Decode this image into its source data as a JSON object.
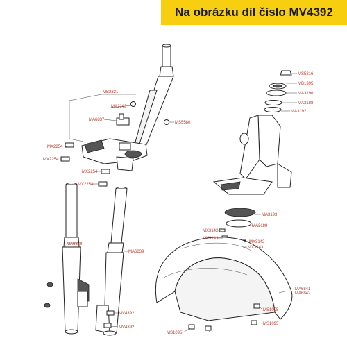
{
  "banner": {
    "text": "Na obrázku díl číslo MV4392",
    "bg_color": "#f7ce10"
  },
  "label_color": "#c0392b",
  "parts": {
    "ms5216": "MS5216",
    "mb1395": "MB1395",
    "ma3190": "MA3190",
    "ma3188": "MA3188",
    "ma3192": "MA3192",
    "mb2321": "MB2321",
    "ma2243": "MA2243",
    "ma6837": "MA6837",
    "ms5580": "MS5580",
    "mx2254_a": "MX2254",
    "mx2254_b": "MX2254",
    "mx2254_c": "MX2254",
    "mx2254_d": "MX2254",
    "ma3193": "MA3193",
    "ma3189": "MA3189",
    "mx3142_a": "MX3142",
    "mx3143_a": "MX3143",
    "mx3142_b": "MX3142",
    "mx3143_b": "MX3143",
    "ma6839_left": "MA6839",
    "ma6839_right": "MA6839",
    "ma6841": "MA6841",
    "ma6842": "MA6842",
    "ms1095_a": "MS1095",
    "ms1095_b": "MS1095",
    "ms1095_c": "MS1095",
    "mv4392_a": "MV4392",
    "mv4392_b": "MV4392"
  }
}
